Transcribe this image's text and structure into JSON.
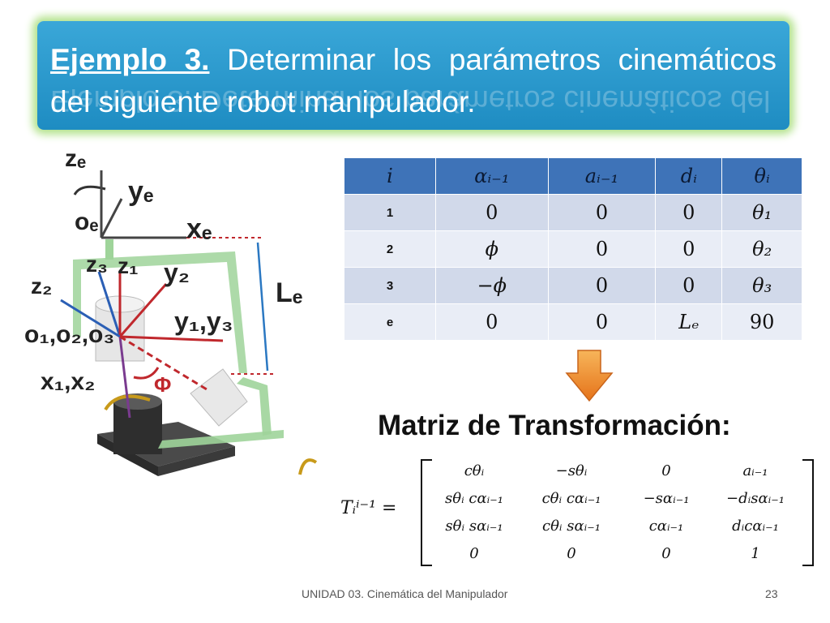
{
  "title": {
    "example": "Ejemplo 3.",
    "text": " Determinar los parámetros cinemáticos del siguiente robot manipulador."
  },
  "figure": {
    "labels": {
      "ze": "zₑ",
      "ye": "yₑ",
      "oe": "oₑ",
      "xe": "xₑ",
      "z3": "z₃",
      "z1": "z₁",
      "y2": "y₂",
      "z2": "z₂",
      "le": "Lₑ",
      "y1y3": "y₁,y₃",
      "o123": "o₁,o₂,o₃",
      "x1x2": "x₁,x₂",
      "phi": "Φ"
    }
  },
  "dh_table": {
    "headers": [
      "i",
      "αᵢ₋₁",
      "aᵢ₋₁",
      "dᵢ",
      "θᵢ"
    ],
    "rows": [
      [
        "1",
        "0",
        "0",
        "0",
        "θ₁"
      ],
      [
        "2",
        "ϕ",
        "0",
        "0",
        "θ₂"
      ],
      [
        "3",
        "−ϕ",
        "0",
        "0",
        "θ₃"
      ],
      [
        "e",
        "0",
        "0",
        "Lₑ",
        "90"
      ]
    ]
  },
  "matrix": {
    "title": "Matriz de Transformación:",
    "lhs": "Tᵢⁱ⁻¹ =",
    "cells": [
      [
        "cθᵢ",
        "−sθᵢ",
        "0",
        "aᵢ₋₁"
      ],
      [
        "sθᵢ cαᵢ₋₁",
        "cθᵢ cαᵢ₋₁",
        "−sαᵢ₋₁",
        "−dᵢsαᵢ₋₁"
      ],
      [
        "sθᵢ sαᵢ₋₁",
        "cθᵢ sαᵢ₋₁",
        "cαᵢ₋₁",
        "dᵢcαᵢ₋₁"
      ],
      [
        "0",
        "0",
        "0",
        "1"
      ]
    ]
  },
  "footer": {
    "text": "UNIDAD 03. Cinemática del Manipulador",
    "page": "23"
  },
  "colors": {
    "banner": "#2a9bd0",
    "banner_glow": "#b5e38f",
    "table_header": "#3e73b8",
    "table_row": "#d1d9ea",
    "arrow": "#f08a1e",
    "link_green": "#9fd49a"
  }
}
